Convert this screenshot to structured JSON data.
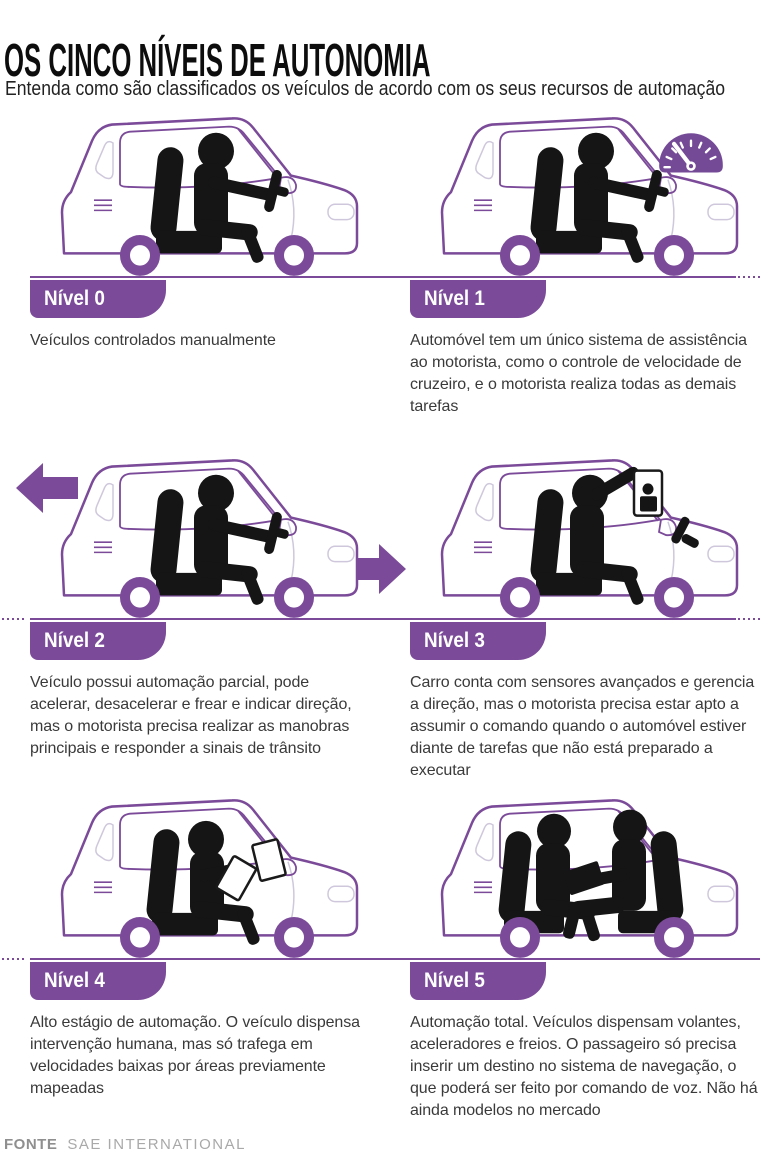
{
  "header": {
    "title": "OS CINCO NÍVEIS DE AUTONOMIA",
    "subtitle": "Entenda como são classificados os veículos de acordo com os seus recursos de automação"
  },
  "levels": [
    {
      "label": "Nível 0",
      "illustration": "car-driver-steering-wheel",
      "description": "Veículos controlados manualmente"
    },
    {
      "label": "Nível 1",
      "illustration": "car-driver-speedometer-icon",
      "description": "Automóvel tem um único sistema de assistência ao motorista, como o controle de velocidade de cruzeiro, e o motorista realiza todas as demais tarefas"
    },
    {
      "label": "Nível 2",
      "illustration": "car-driver-lane-change-arrows",
      "description": "Veículo possui automação parcial, pode acelerar, desacelerar e frear e indicar direção, mas o motorista precisa realizar as manobras principais e responder a sinais de trânsito"
    },
    {
      "label": "Nível 3",
      "illustration": "car-driver-looking-at-phone",
      "description": "Carro conta com sensores avançados e gerencia a direção, mas o motorista precisa estar apto a assumir o comando quando o automóvel estiver diante de tarefas que não está preparado a executar"
    },
    {
      "label": "Nível 4",
      "illustration": "car-passenger-reading-book",
      "description": "Alto estágio de automação. O veículo dispensa intervenção humana, mas só trafega em velocidades baixas por áreas previamente mapeadas"
    },
    {
      "label": "Nível 5",
      "illustration": "car-two-passengers-facing-each-other",
      "description": "Automação total. Veículos dispensam volantes, aceleradores e freios. O passageiro só precisa inserir um destino no sistema de navegação, o que poderá ser feito por comando de voz. Não há ainda modelos no mercado"
    }
  ],
  "footer": {
    "source_label": "FONTE",
    "source_value": "SAE INTERNATIONAL"
  },
  "colors": {
    "purple": "#7b4b99",
    "dark_purple_icon": "#744a97",
    "silhouette": "#151515",
    "light_line": "#cfc8dc",
    "body_text": "#3a3a3a",
    "footer_gray": "#9b9b9b"
  }
}
